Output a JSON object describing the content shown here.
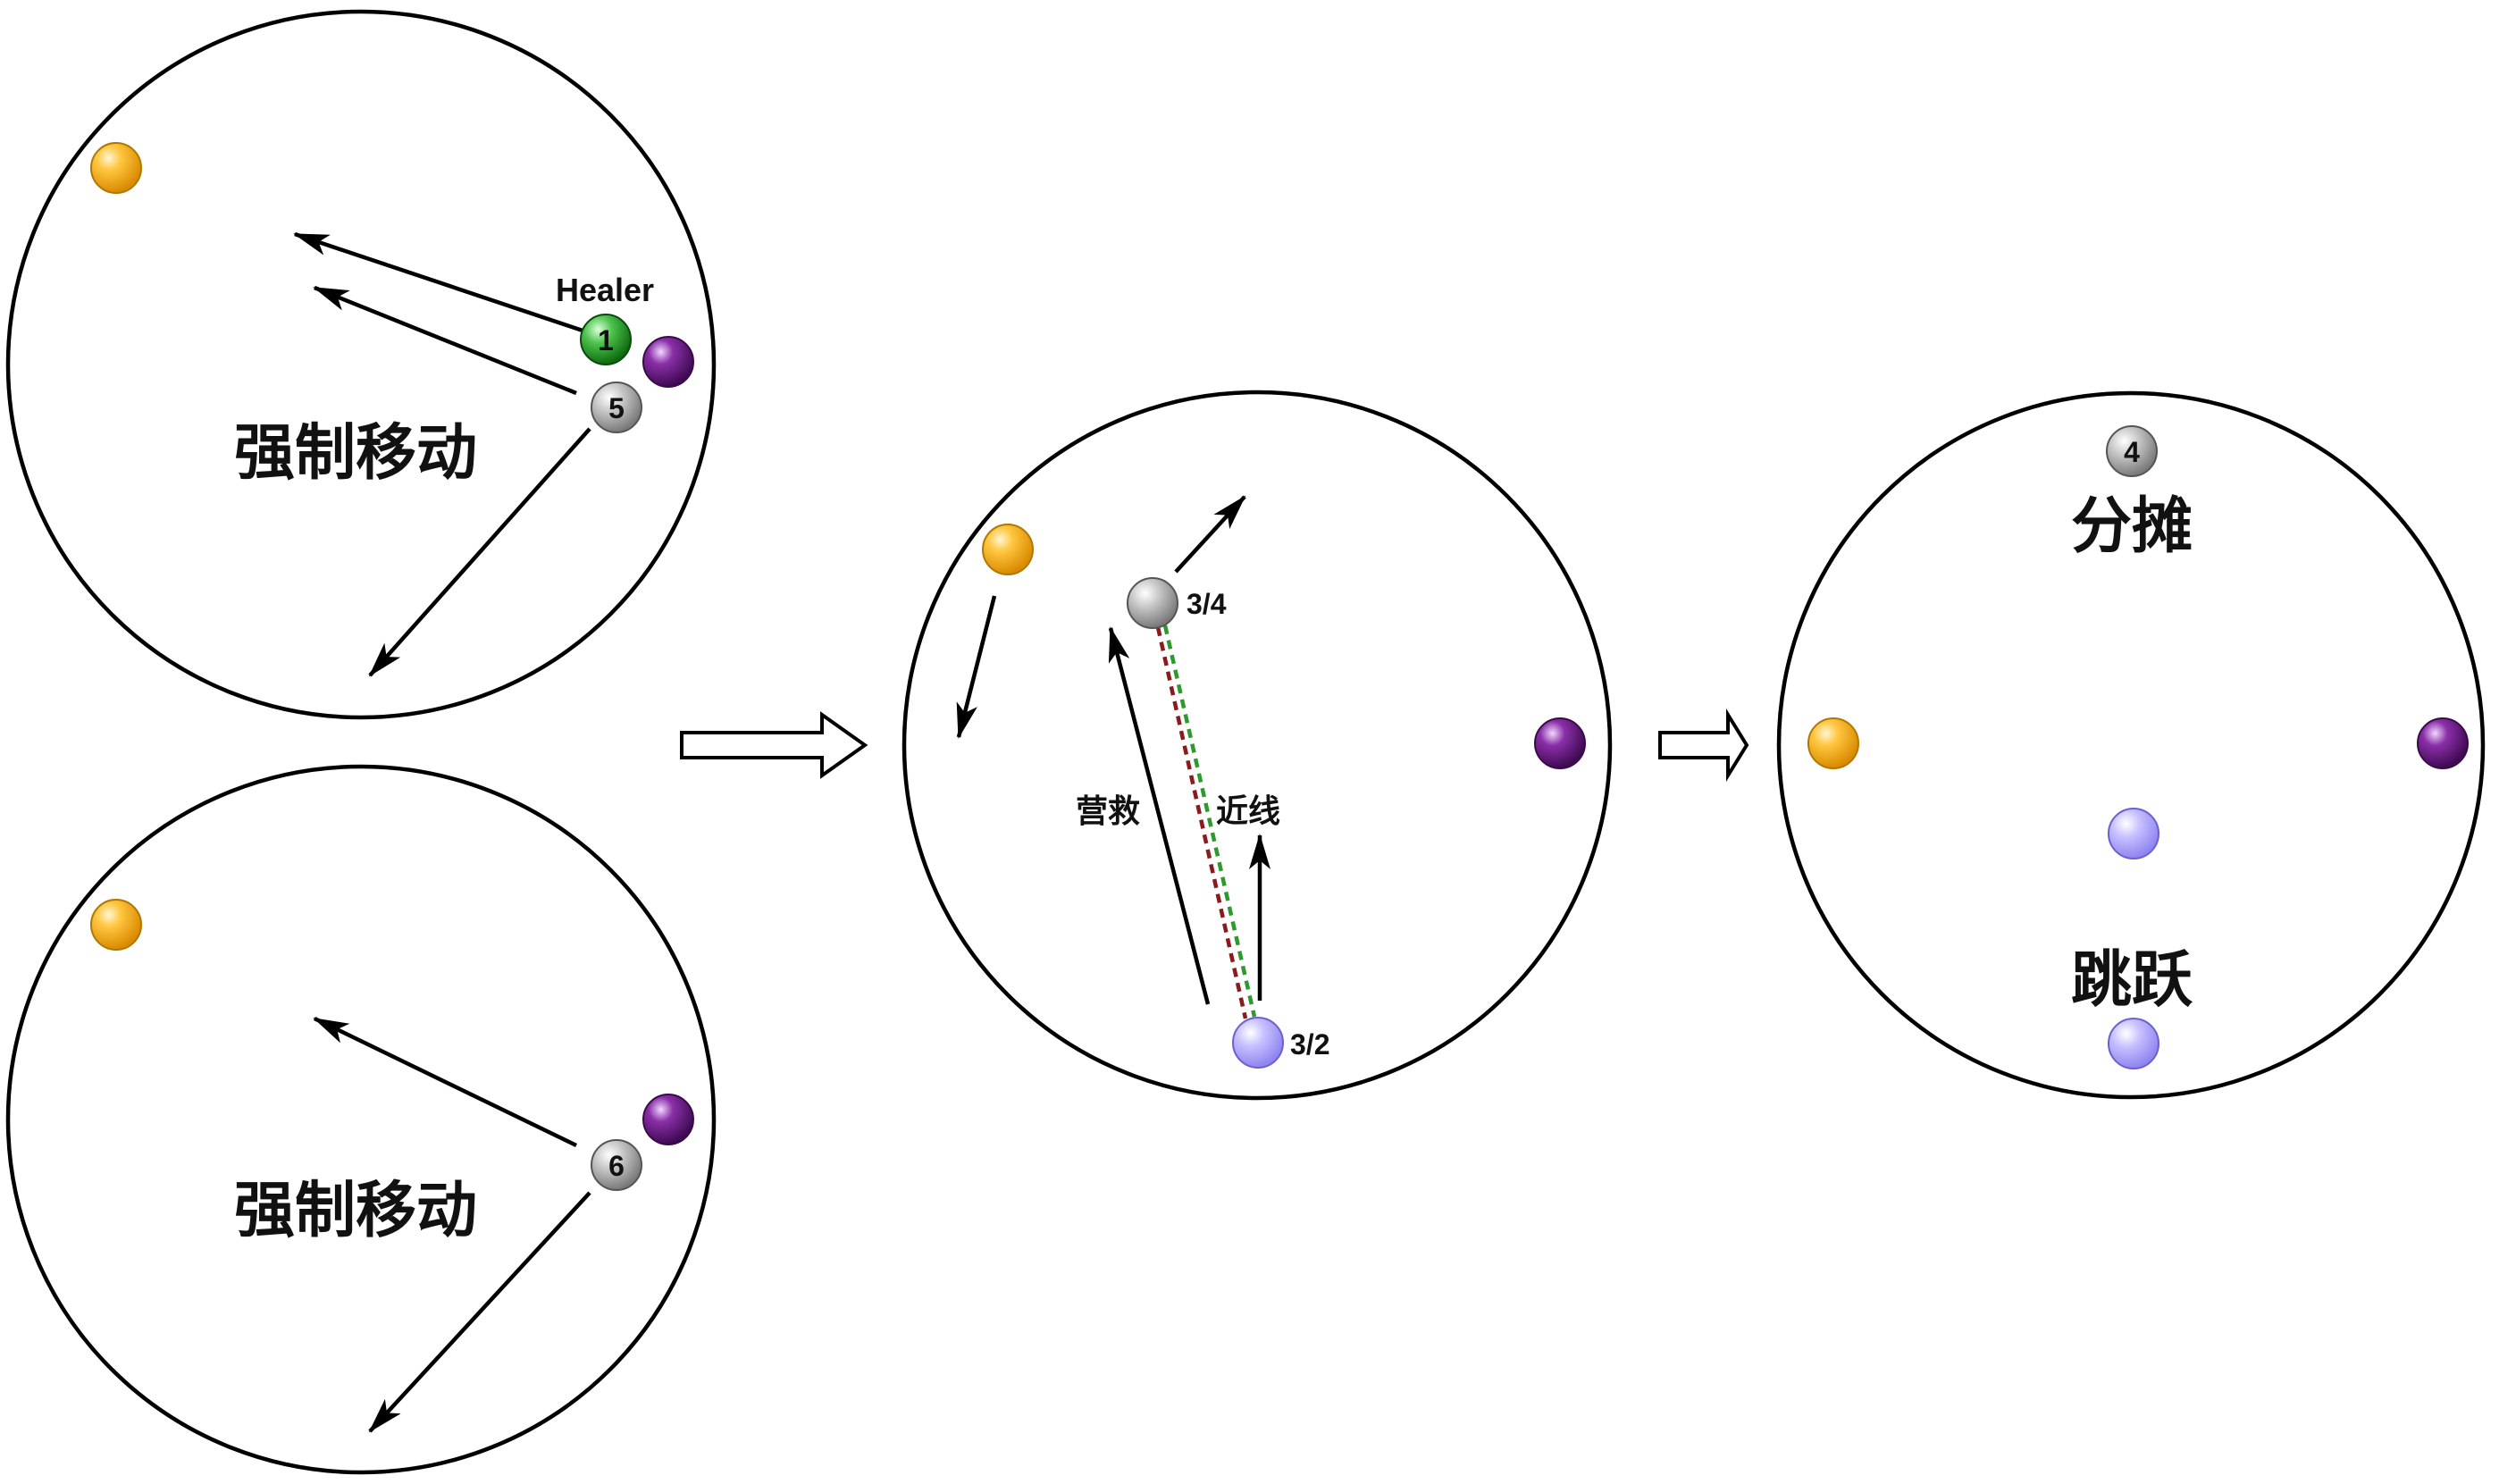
{
  "colors": {
    "gold": "#f5a500",
    "purple": "#6a1b80",
    "gray": "#9a9a9a",
    "green": "#1e8a1e",
    "lavender": "#a9a0ff",
    "tether_red": "#8b1a1a",
    "tether_green": "#2e9a2e"
  },
  "panel_a": {
    "label": "强制移动",
    "healer_label": "Healer",
    "marker_1": "1",
    "marker_5": "5"
  },
  "panel_b": {
    "label": "强制移动",
    "marker_6": "6"
  },
  "panel_c": {
    "marker_top": "3/4",
    "marker_bottom": "3/2",
    "rescue_label": "营救",
    "tether_label": "近线"
  },
  "panel_d": {
    "marker_4": "4",
    "stack_label": "分摊",
    "jump_label": "跳跃"
  },
  "icons": {
    "flow_arrow": "hollow-right-arrow"
  }
}
